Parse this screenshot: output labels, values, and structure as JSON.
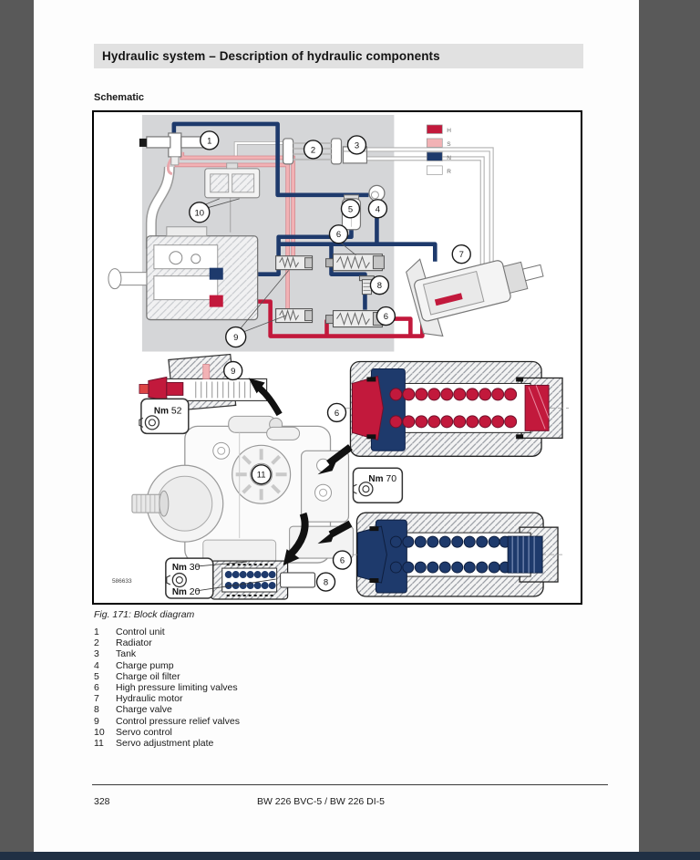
{
  "page": {
    "header_title": "Hydraulic system – Description of hydraulic components",
    "section_label": "Schematic",
    "figure_caption": "Fig. 171: Block diagram",
    "footer": {
      "page_number": "328",
      "model": "BW 226 BVC-5 / BW 226 DI-5"
    }
  },
  "figure": {
    "image_code": "586633",
    "legend": {
      "items": [
        {
          "key": "H",
          "color": "#c2193c"
        },
        {
          "key": "S",
          "color": "#f2b2b5"
        },
        {
          "key": "N",
          "color": "#1e3a6c"
        },
        {
          "key": "R",
          "color": "#ffffff"
        }
      ]
    },
    "torque_labels": [
      {
        "unit": "Nm",
        "value": "52"
      },
      {
        "unit": "Nm",
        "value": "70"
      },
      {
        "unit": "Nm",
        "value": "30"
      },
      {
        "unit": "Nm",
        "value": "20"
      }
    ],
    "callouts": {
      "c1": "1",
      "c2": "2",
      "c3": "3",
      "c4": "4",
      "c5": "5",
      "c6": "6",
      "c7": "7",
      "c8": "8",
      "c9": "9",
      "c10": "10",
      "c11": "11"
    },
    "colors": {
      "high_pressure": "#c2193c",
      "control_pressure": "#f2b2b5",
      "charge_pressure": "#1e3a6c",
      "return_line": "#ffffff"
    }
  },
  "legend_list": {
    "items": [
      {
        "n": "1",
        "label": "Control unit"
      },
      {
        "n": "2",
        "label": "Radiator"
      },
      {
        "n": "3",
        "label": "Tank"
      },
      {
        "n": "4",
        "label": "Charge pump"
      },
      {
        "n": "5",
        "label": "Charge oil filter"
      },
      {
        "n": "6",
        "label": "High pressure limiting valves"
      },
      {
        "n": "7",
        "label": "Hydraulic motor"
      },
      {
        "n": "8",
        "label": "Charge valve"
      },
      {
        "n": "9",
        "label": "Control pressure relief valves"
      },
      {
        "n": "10",
        "label": "Servo control"
      },
      {
        "n": "11",
        "label": "Servo adjustment plate"
      }
    ]
  }
}
